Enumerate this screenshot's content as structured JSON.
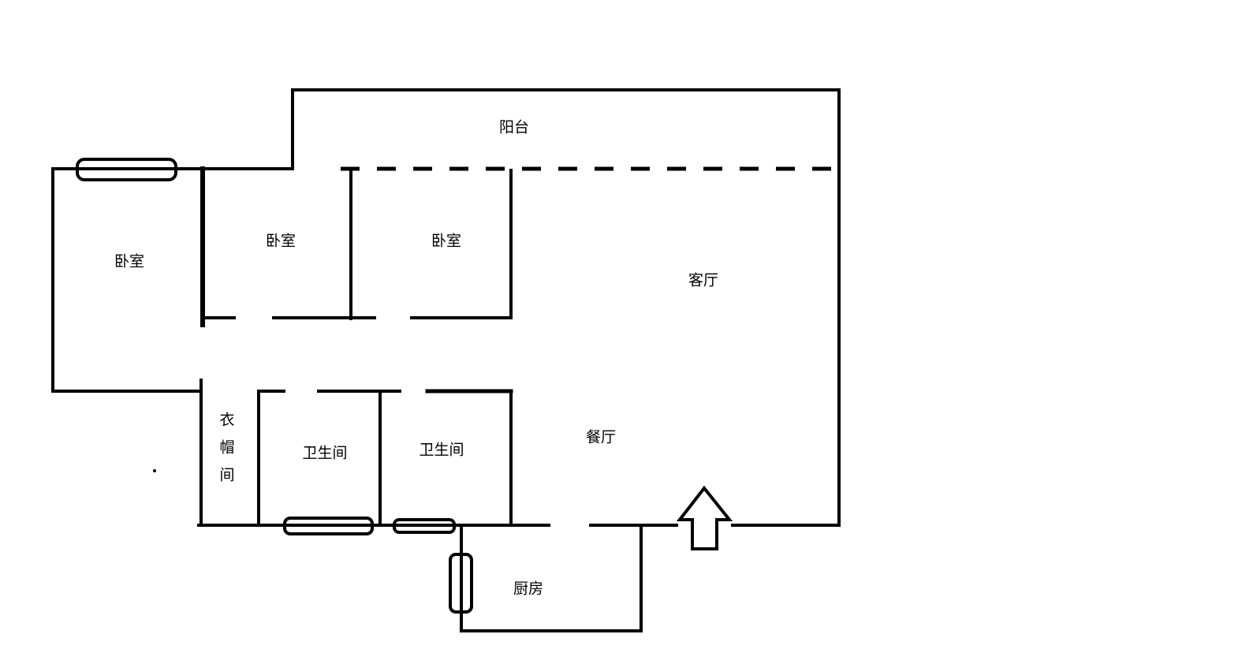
{
  "rooms": {
    "balcony": "阳台",
    "bedroom_left": "卧室",
    "bedroom_middle": "卧室",
    "bedroom_right": "卧室",
    "living_room": "客厅",
    "cloakroom": "衣帽间",
    "bathroom_1": "卫生间",
    "bathroom_2": "卫生间",
    "dining_room": "餐厅",
    "kitchen": "厨房"
  },
  "colors": {
    "wall": "#000000",
    "background": "#ffffff"
  }
}
